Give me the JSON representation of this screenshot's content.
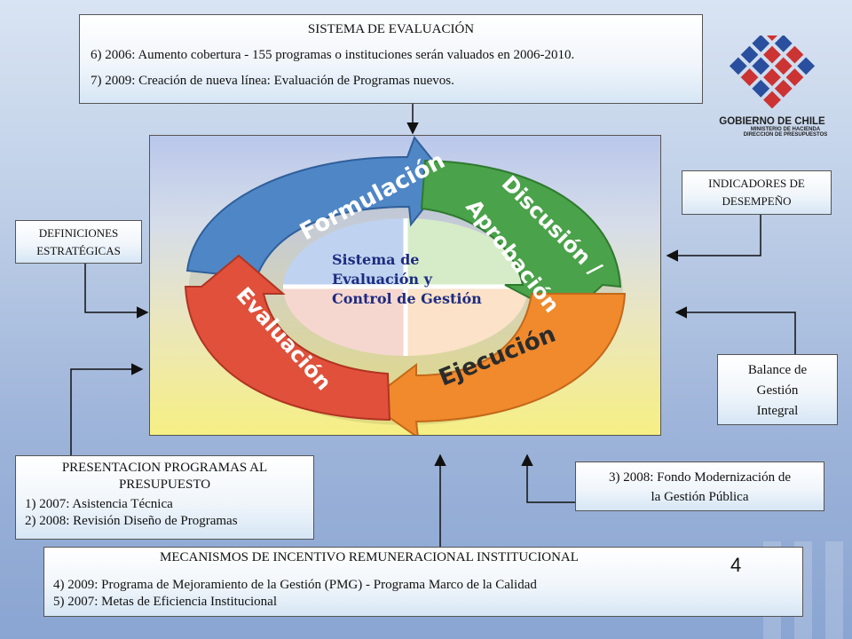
{
  "sistema": {
    "title": "SISTEMA DE EVALUACIÓN",
    "line1": "6) 2006: Aumento cobertura - 155 programas o instituciones serán valuados en 2006-2010.",
    "line2": "7) 2009: Creación de nueva línea: Evaluación de Programas nuevos."
  },
  "logo": {
    "name": "GOBIERNO DE CHILE",
    "sub1": "MINISTERIO DE HACIENDA",
    "sub2": "DIRECCION DE PRESUPUESTOS"
  },
  "indicadores": {
    "line1": "INDICADORES DE",
    "line2": "DESEMPEÑO"
  },
  "definiciones": {
    "line1": "DEFINICIONES",
    "line2": "ESTRATÉGICAS"
  },
  "balance": {
    "line1": "Balance de",
    "line2": "Gestión",
    "line3": "Integral"
  },
  "fondo": {
    "line1": "3) 2008: Fondo Modernización de",
    "line2": "la Gestión Pública"
  },
  "presentacion": {
    "title1": "PRESENTACION PROGRAMAS AL",
    "title2": "PRESUPUESTO",
    "item1": "1) 2007: Asistencia Técnica",
    "item2": "2) 2008: Revisión Diseño de Programas"
  },
  "mecanismos": {
    "title": "MECANISMOS DE INCENTIVO REMUNERACIONAL INSTITUCIONAL",
    "item1": "4) 2009: Programa de Mejoramiento de la Gestión (PMG) - Programa Marco de la Calidad",
    "item2": "5) 2007: Metas de Eficiencia Institucional"
  },
  "page_number": "4",
  "cycle": {
    "center1": "Sistema de",
    "center2": "Evaluación y",
    "center3": "Control de Gestión",
    "formulacion": "Formulación",
    "discusion": "Discusión /",
    "aprobacion": "Aprobación",
    "ejecucion": "Ejecución",
    "evaluacion": "Evaluación"
  },
  "colors": {
    "formulacion": "#4f86c6",
    "discusion": "#4aa24a",
    "ejecucion": "#f08a2c",
    "evaluacion": "#e0503a"
  }
}
